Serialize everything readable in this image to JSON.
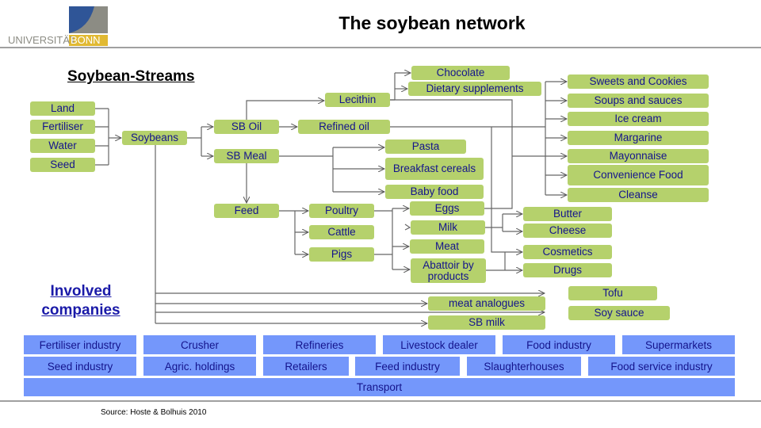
{
  "logo": {
    "text_left": "UNIVERSITÄT",
    "text_right": "BONN",
    "colors": {
      "blue": "#2f5597",
      "gray": "#8c8c84",
      "gold": "#e1b932"
    }
  },
  "title": "The soybean network",
  "subtitle": "Soybean-Streams",
  "involved_companies": [
    "Involved",
    "companies"
  ],
  "nodes": {
    "land": "Land",
    "fertiliser": "Fertiliser",
    "water": "Water",
    "seed": "Seed",
    "soybeans": "Soybeans",
    "sb_oil": "SB Oil",
    "sb_meal": "SB Meal",
    "lecithin": "Lecithin",
    "refined_oil": "Refined oil",
    "chocolate": "Chocolate",
    "dietary_supplements": "Dietary supplements",
    "pasta": "Pasta",
    "breakfast_cereals": "Breakfast cereals",
    "baby_food": "Baby food",
    "feed": "Feed",
    "poultry": "Poultry",
    "cattle": "Cattle",
    "pigs": "Pigs",
    "eggs": "Eggs",
    "milk": "Milk",
    "meat": "Meat",
    "abattoir": "Abattoir by products",
    "butter": "Butter",
    "cheese": "Cheese",
    "cosmetics": "Cosmetics",
    "drugs": "Drugs",
    "sweets": "Sweets and Cookies",
    "soups": "Soups and sauces",
    "ice_cream": "Ice cream",
    "margarine": "Margarine",
    "mayonnaise": "Mayonnaise",
    "convenience": "Convenience Food",
    "cleanse": "Cleanse",
    "tofu": "Tofu",
    "soy_sauce": "Soy sauce",
    "meat_analogues": "meat analogues",
    "sb_milk": "SB milk"
  },
  "companies": {
    "row1": [
      "Fertiliser industry",
      "Crusher",
      "Refineries",
      "Livestock dealer",
      "Food industry",
      "Supermarkets"
    ],
    "row2": [
      "Seed industry",
      "Agric. holdings",
      "Retailers",
      "Feed industry",
      "Slaughterhouses",
      "Food service industry"
    ],
    "transport": "Transport"
  },
  "source": "Source: Hoste & Bolhuis 2010",
  "colors": {
    "node_green": "#b5d16c",
    "company_blue": "#7497fb",
    "text_navy": "#14148c"
  }
}
